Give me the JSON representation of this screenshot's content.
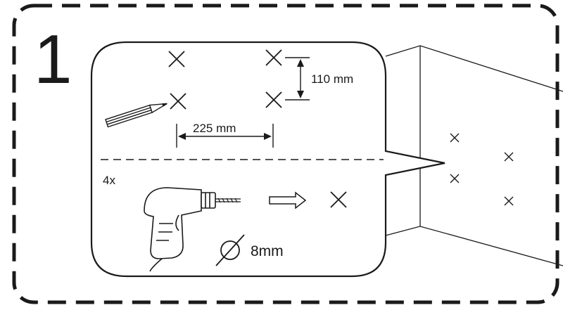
{
  "step": {
    "number": "1"
  },
  "marking": {
    "vertical_spacing": "110 mm",
    "horizontal_spacing": "225 mm",
    "mark_icon": "cross-mark-icon",
    "tool_icon": "pencil-icon"
  },
  "drilling": {
    "hole_count": "4x",
    "tool_icon": "drill-icon",
    "arrow_icon": "arrow-right-icon",
    "diameter_symbol": "diameter-icon",
    "diameter": "8mm"
  },
  "wall": {
    "mark_icon": "cross-mark-icon",
    "mark_count": 4
  },
  "colors": {
    "ink": "#1a1a1a",
    "background": "#ffffff"
  }
}
